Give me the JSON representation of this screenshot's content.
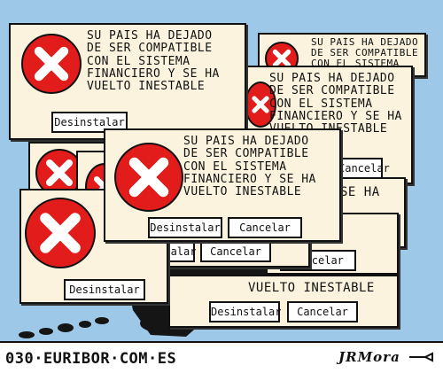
{
  "dialog": {
    "message": "SU PAÍS HA DEJADO\nDE SER COMPATIBLE\nCON EL SISTEMA\nFINANCIERO Y SE HA\nVUELTO INESTABLE",
    "fragment_inestable": "VUELTO INESTABLE",
    "fragment_ha": "SE HA",
    "uninstall_label": "Desinstalar",
    "cancel_label": "Cancelar"
  },
  "footer": {
    "website": "030·EURIBOR·COM·ES",
    "signature": "JRMora"
  },
  "colors": {
    "sky": "#9ec8e7",
    "dialog_bg": "#fbf3dd",
    "error_red": "#e21b1b",
    "ink": "#111111"
  }
}
